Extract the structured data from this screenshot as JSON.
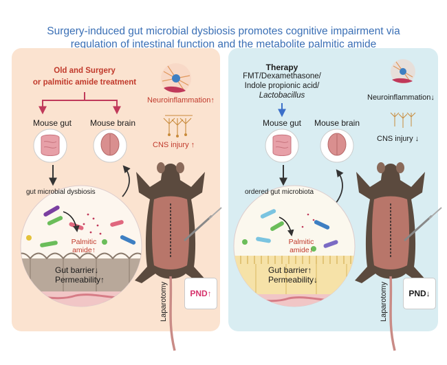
{
  "title": {
    "line1": "Surgery-induced gut microbial dysbiosis promotes cognitive impairment via",
    "line2": "regulation of intestinal function and the metabolite palmitic amide"
  },
  "left": {
    "cause_line1": "Old and Surgery",
    "cause_line2": "or  palmitic amide treatment",
    "mouse_gut": "Mouse gut",
    "mouse_brain": "Mouse brain",
    "neuroinflammation": "Neuroinflammation↑",
    "cns_injury": "CNS injury ↑",
    "dysbiosis": "gut microbial dysbiosis",
    "palmitic_line1": "Palmitic",
    "palmitic_line2": "amide↑",
    "barrier_line1": "Gut barrier↓",
    "barrier_line2": "Permeability↑",
    "laparotomy": "Laparotomy",
    "pnd": "PND↑"
  },
  "right": {
    "therapy_title": "Therapy",
    "therapy_line1": "FMT/Dexamethasone/",
    "therapy_line2": "Indole propionic acid/",
    "therapy_line3": "Lactobacillus",
    "mouse_gut": "Mouse gut",
    "mouse_brain": "Mouse brain",
    "neuroinflammation": "Neuroinflammation↓",
    "cns_injury": "CNS injury ↓",
    "ordered": "ordered gut microbiota",
    "palmitic_line1": "Palmitic",
    "palmitic_line2": "amide↓",
    "barrier_line1": "Gut barrier↑",
    "barrier_line2": "Permeability↓",
    "laparotomy": "Laparotomy",
    "pnd": "PND↓"
  },
  "colors": {
    "left_panel": "#fbe3d0",
    "right_panel": "#d9edf2",
    "title": "#3a6fb5",
    "emphasis_red": "#c0392b",
    "therapy_arrow": "#3b6fc9"
  }
}
